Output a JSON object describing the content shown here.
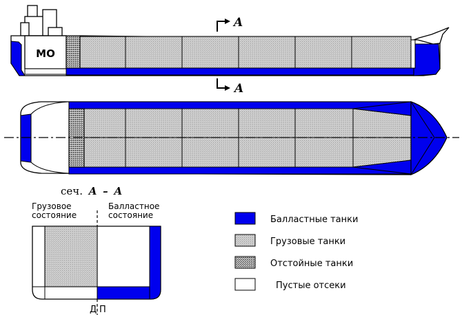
{
  "colors": {
    "ballast": "#0000ee",
    "cargo": "#c6c6c6",
    "slop": "#9a9a9a",
    "empty": "#ffffff",
    "outline": "#000000"
  },
  "profile": {
    "engine_room_label": "МО",
    "section_mark_top": "A",
    "section_mark_bottom": "A"
  },
  "section": {
    "title_prefix": "сеч.",
    "title_a1": "A",
    "title_dash": "–",
    "title_a2": "A",
    "left_label_line1": "Грузовое",
    "left_label_line2": "состояние",
    "right_label_line1": "Балластное",
    "right_label_line2": "состояние",
    "centerline_left": "Д",
    "centerline_right": "П"
  },
  "legend": {
    "items": [
      {
        "label": "Балластные танки",
        "kind": "ballast"
      },
      {
        "label": "Грузовые танки",
        "kind": "cargo"
      },
      {
        "label": "Отстойные танки",
        "kind": "slop"
      },
      {
        "label": "Пустые отсеки",
        "kind": "empty"
      }
    ]
  }
}
